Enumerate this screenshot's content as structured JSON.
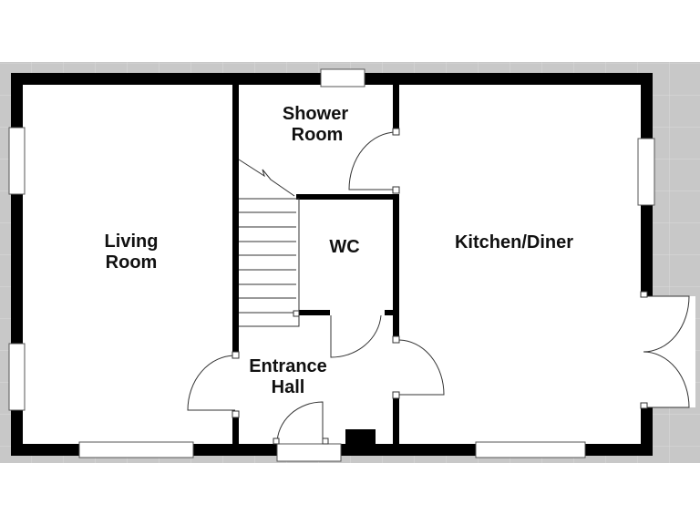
{
  "rooms": {
    "living": [
      "Living",
      "Room"
    ],
    "shower": [
      "Shower",
      "Room"
    ],
    "wc": [
      "WC"
    ],
    "kitchen": [
      "Kitchen/Diner"
    ],
    "hall": [
      "Entrance",
      "Hall"
    ]
  },
  "colors": {
    "wall": "#000000",
    "background_grid": "#c8c8c8",
    "floor": "#ffffff"
  }
}
